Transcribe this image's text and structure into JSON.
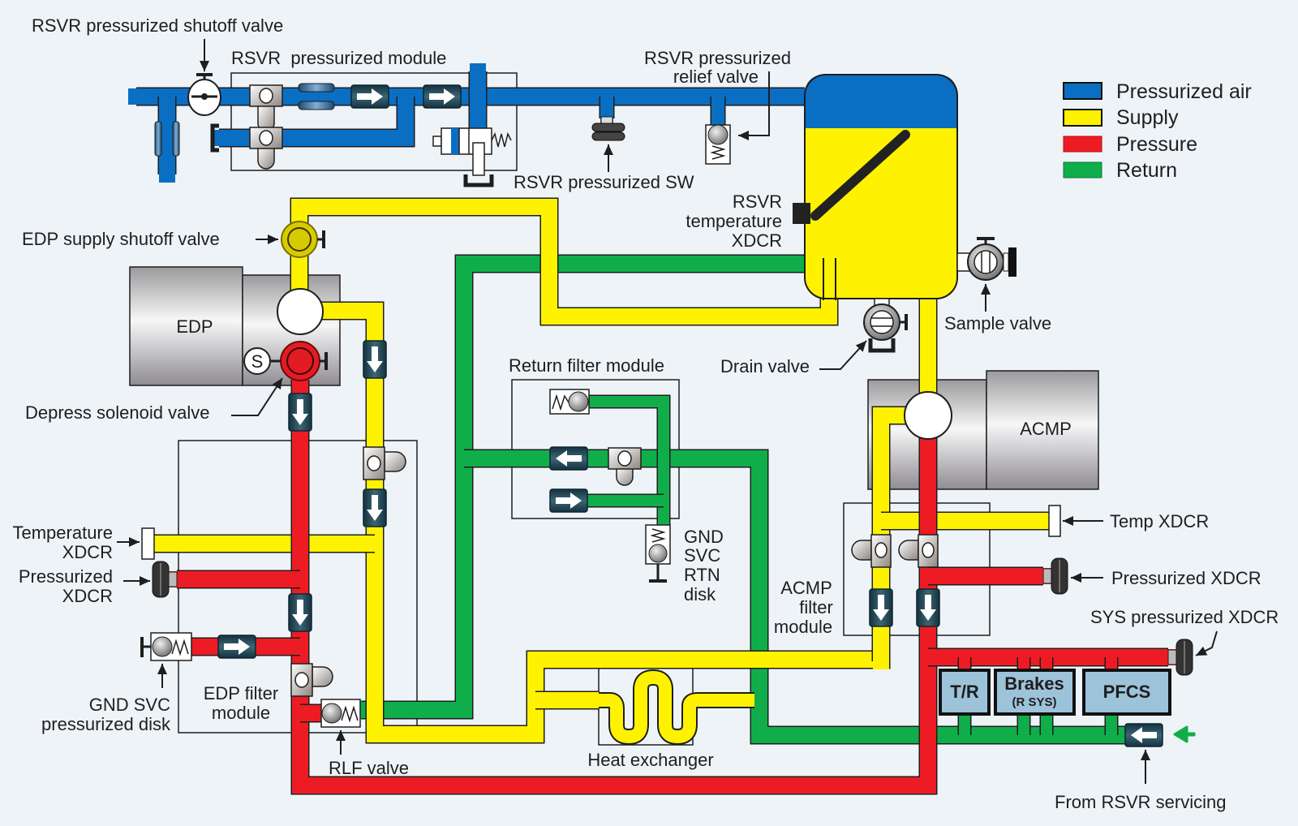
{
  "colors": {
    "pressurized_air": "#0a6fc2",
    "supply": "#fff200",
    "pressure": "#ed1c24",
    "return": "#0fae4b",
    "check_valve": "#1f4656",
    "load_box": "#9dc3da",
    "background": "#eef3f8"
  },
  "legend": [
    {
      "label": "Pressurized air",
      "color": "#0a6fc2"
    },
    {
      "label": "Supply",
      "color": "#fff200"
    },
    {
      "label": "Pressure",
      "color": "#ed1c24"
    },
    {
      "label": "Return",
      "color": "#0fae4b"
    }
  ],
  "labels": {
    "rsvr_shutoff": "RSVR pressurized shutoff valve",
    "rsvr_module": "RSVR  pressurized module",
    "rsvr_relief": [
      "RSVR pressurized",
      "relief valve"
    ],
    "rsvr_sw": "RSVR pressurized SW",
    "rsvr_temp": [
      "RSVR",
      "temperature",
      "XDCR"
    ],
    "edp_shutoff": "EDP supply shutoff valve",
    "edp": "EDP",
    "solenoid_s": "S",
    "depress": "Depress solenoid valve",
    "temp_xdcr": [
      "Temperature",
      "XDCR"
    ],
    "press_xdcr": [
      "Pressurized",
      "XDCR"
    ],
    "gnd_svc_disk": [
      "GND SVC",
      "pressurized disk"
    ],
    "edp_filter": [
      "EDP filter",
      "module"
    ],
    "rlf": "RLF valve",
    "return_filter": "Return filter module",
    "gnd_svc_rtn": [
      "GND",
      "SVC",
      "RTN",
      "disk"
    ],
    "heat_exchanger": "Heat exchanger",
    "drain": "Drain valve",
    "sample": "Sample valve",
    "acmp": "ACMP",
    "acmp_filter": [
      "ACMP",
      "filter",
      "module"
    ],
    "temp_xdcr_r": "Temp XDCR",
    "press_xdcr_r": "Pressurized XDCR",
    "sys_press_xdcr": "SYS pressurized XDCR",
    "from_rsvr": "From RSVR servicing"
  },
  "loads": [
    {
      "label": "T/R",
      "sub": ""
    },
    {
      "label": "Brakes",
      "sub": "(R SYS)"
    },
    {
      "label": "PFCS",
      "sub": ""
    }
  ]
}
